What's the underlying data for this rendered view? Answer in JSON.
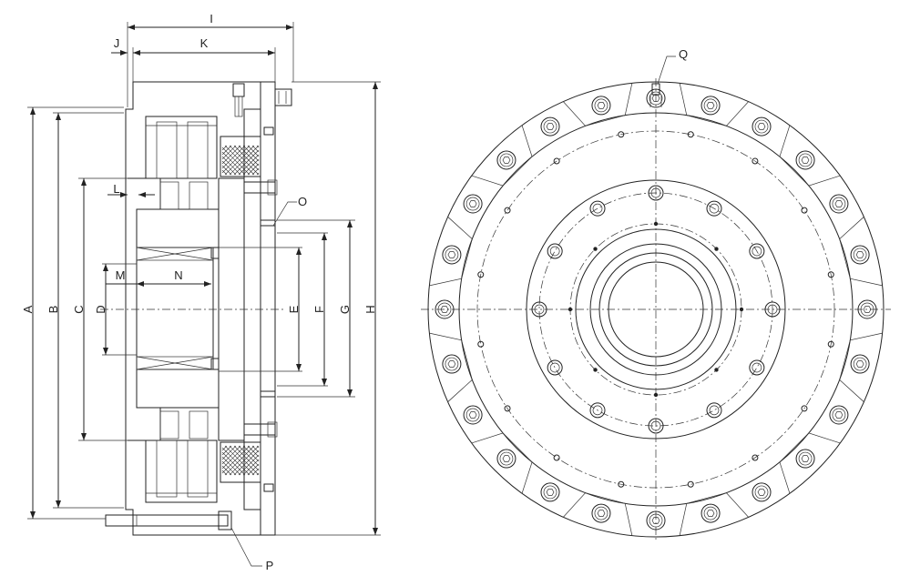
{
  "labels": {
    "A": "A",
    "B": "B",
    "C": "C",
    "D": "D",
    "E": "E",
    "F": "F",
    "G": "G",
    "H": "H",
    "I": "I",
    "J": "J",
    "K": "K",
    "L": "L",
    "M": "M",
    "N": "N",
    "O": "O",
    "P": "P",
    "Q": "Q"
  },
  "colors": {
    "line": "#222222",
    "background": "#ffffff"
  }
}
